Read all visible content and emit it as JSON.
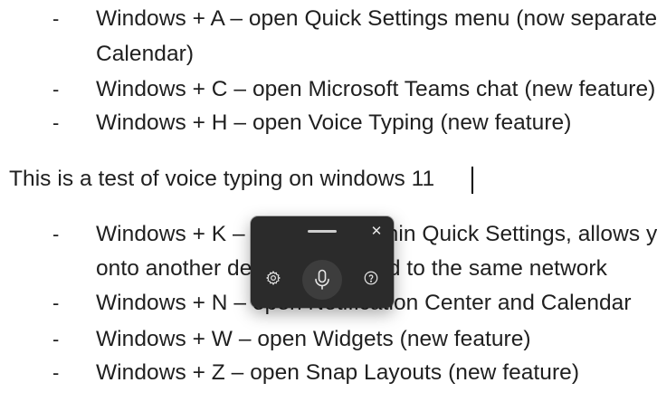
{
  "document": {
    "lines": [
      {
        "dash": "-",
        "text": "Windows + A – open Quick Settings menu (now separate from Notification Center and"
      },
      {
        "text": "Calendar)"
      },
      {
        "dash": "-",
        "text": "Windows + C – open Microsoft Teams chat (new feature)"
      },
      {
        "dash": "-",
        "text": "Windows + H – open Voice Typing (new feature)"
      },
      {
        "text": "This is a test of voice typing on windows 11"
      },
      {
        "dash": "-",
        "text": "Windows + K – open Cast within Quick Settings, allows you to cast your screen"
      },
      {
        "text": "onto another device connected to the same network"
      },
      {
        "dash": "-",
        "text": "Windows + N – open Notification Center and Calendar"
      },
      {
        "dash": "-",
        "text": "Windows + W – open Widgets (new feature)"
      },
      {
        "dash": "-",
        "text": "Windows + Z – open Snap Layouts (new feature)"
      }
    ]
  },
  "voice_typing": {
    "close_glyph": "✕",
    "icons": {
      "settings": "gear-icon",
      "microphone": "microphone-icon",
      "help": "help-icon",
      "close": "close-icon"
    },
    "colors": {
      "panel": "#2b2b2b",
      "mic_button": "#3d3d3d",
      "icon": "#e6e6e6"
    }
  }
}
